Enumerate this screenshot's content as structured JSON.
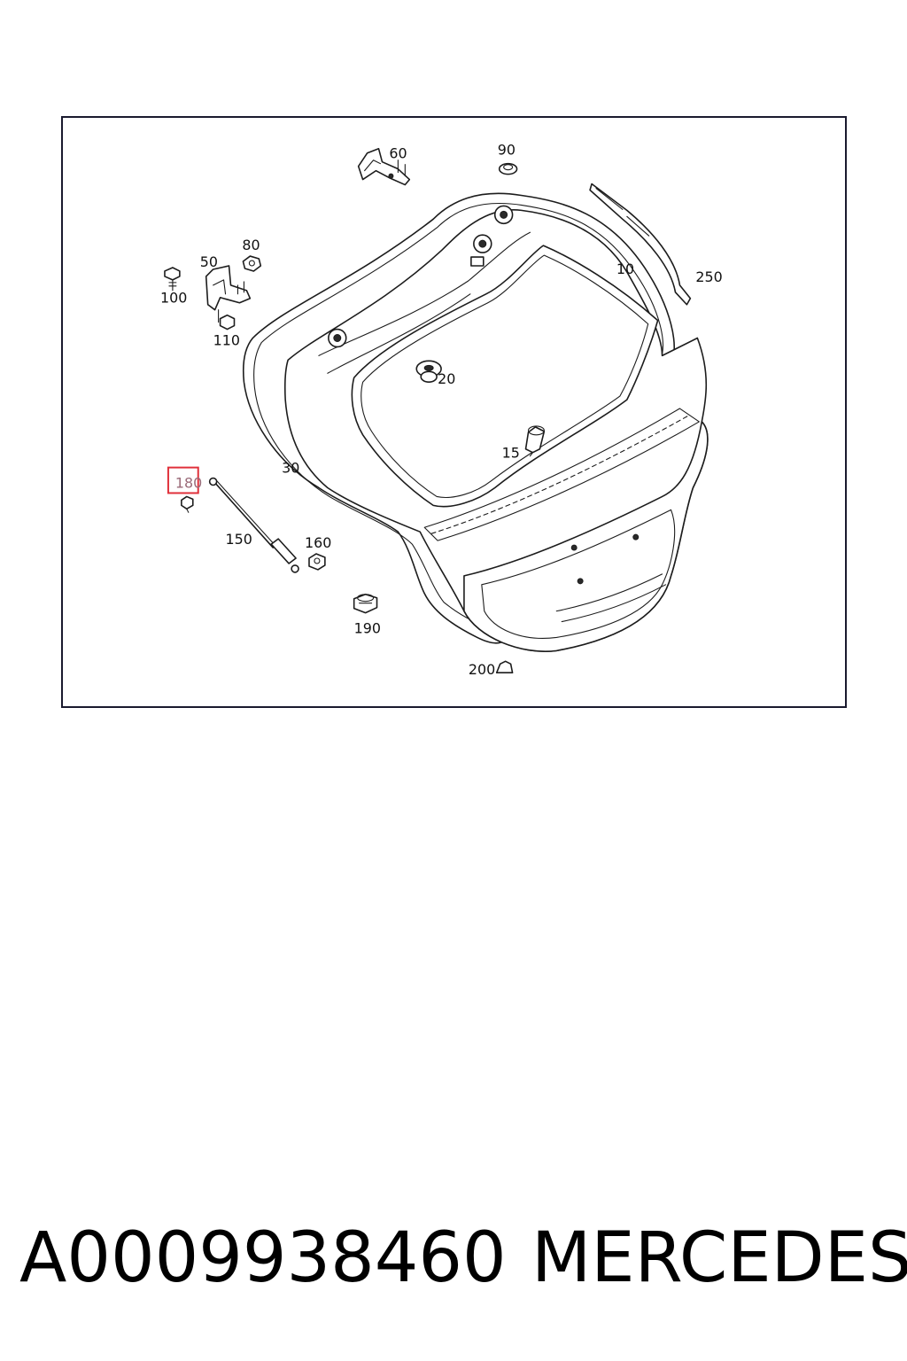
{
  "diagram": {
    "callouts": [
      {
        "id": "c60",
        "text": "60"
      },
      {
        "id": "c90",
        "text": "90"
      },
      {
        "id": "c80",
        "text": "80"
      },
      {
        "id": "c50",
        "text": "50"
      },
      {
        "id": "c100",
        "text": "100"
      },
      {
        "id": "c110",
        "text": "110"
      },
      {
        "id": "c10",
        "text": "10"
      },
      {
        "id": "c250",
        "text": "250"
      },
      {
        "id": "c20",
        "text": "20"
      },
      {
        "id": "c15",
        "text": "15"
      },
      {
        "id": "c30",
        "text": "30"
      },
      {
        "id": "c180",
        "text": "180",
        "highlighted": true
      },
      {
        "id": "c150",
        "text": "150"
      },
      {
        "id": "c160",
        "text": "160"
      },
      {
        "id": "c190",
        "text": "190"
      },
      {
        "id": "c200",
        "text": "200"
      }
    ],
    "highlight_color": "#e0303a"
  },
  "footer": {
    "part_number": "A0009938460",
    "brand": "MERCEDES"
  }
}
